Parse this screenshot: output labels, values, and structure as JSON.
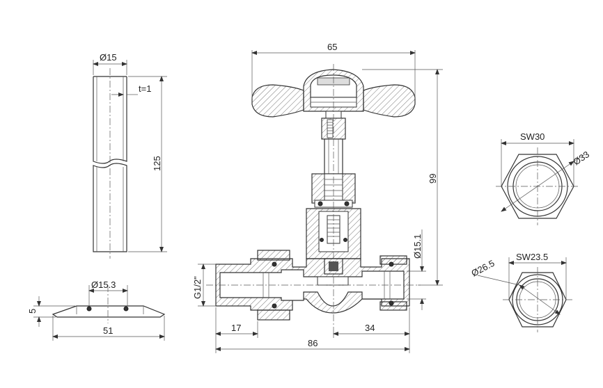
{
  "dimensions": {
    "pipe_diameter": "Ø15",
    "pipe_wall": "t=1",
    "pipe_length": "125",
    "rosette_inner": "Ø15.3",
    "rosette_height": "5",
    "rosette_width": "51",
    "handle_width": "65",
    "valve_height": "99",
    "outlet_diameter": "Ø15.1",
    "thread": "G1/2\"",
    "inlet_length": "17",
    "outlet_length": "34",
    "total_length": "86",
    "nut1_sw": "SW30",
    "nut1_diameter": "Ø33",
    "nut2_sw": "SW23.5",
    "nut2_diameter": "Ø26.5"
  }
}
